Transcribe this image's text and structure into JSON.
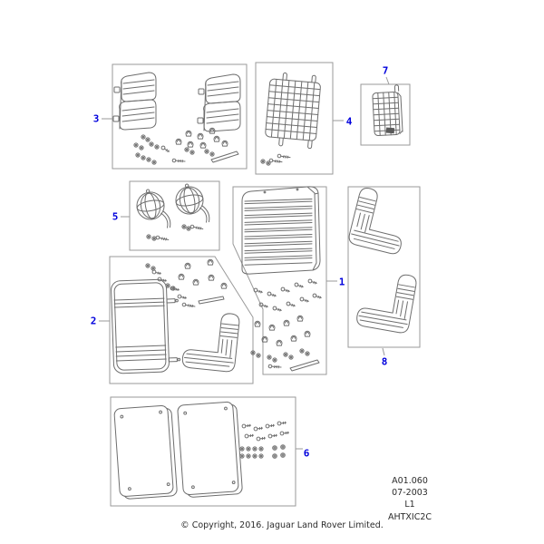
{
  "page": {
    "background_color": "#ffffff",
    "artwork_line_color": "#6e6e6e",
    "panel_frame_color": "#9a9a9a",
    "callout_color": "#0000dd",
    "text_color": "#2b2b2b"
  },
  "callouts": {
    "c1": "1",
    "c2": "2",
    "c3": "3",
    "c4": "4",
    "c5": "5",
    "c6": "6",
    "c7": "7",
    "c8": "8"
  },
  "plate": {
    "drawing_number": "A01.060",
    "revision_date": "07-2003",
    "sheet": "L1",
    "reference_code": "AHTXIC2C"
  },
  "footer": {
    "copyright": "© Copyright, 2016. Jaguar Land Rover Limited."
  },
  "illustrations": {
    "box1": "louvred-grille-guard-with-fixings-illustration",
    "box2": "guard-frame-and-corner-guard-with-fixings-illustration",
    "box3": "rear-lamp-guards-with-fixings-illustration",
    "box4": "wire-mesh-guard-with-screws-illustration",
    "box5": "round-wire-lamp-guards-with-screws-illustration",
    "box6": "mud-flap-panels-with-fixings-illustration",
    "box7": "small-mesh-guard-illustration",
    "box8": "corner-lamp-guards-illustration"
  }
}
